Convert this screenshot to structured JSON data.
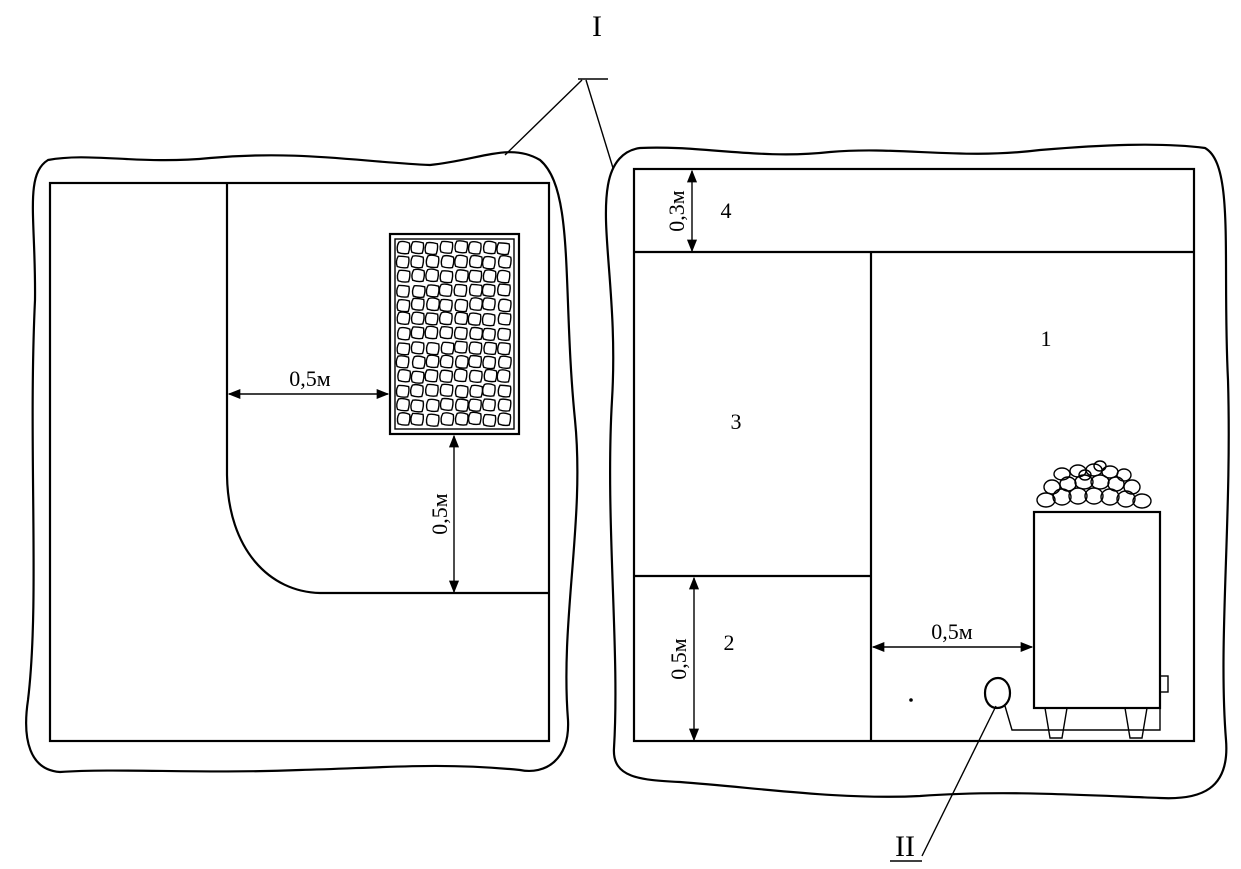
{
  "callouts": {
    "wall_marker": "I",
    "stove_control_marker": "II"
  },
  "top_view": {
    "dim_to_wall": "0,5м",
    "dim_to_floor_line": "0,5м"
  },
  "side_view": {
    "zone_labels": [
      "1",
      "2",
      "3",
      "4"
    ],
    "dim_top_zone": "0,3м",
    "dim_bottom_zone": "0,5м",
    "dim_to_heater": "0,5м"
  }
}
